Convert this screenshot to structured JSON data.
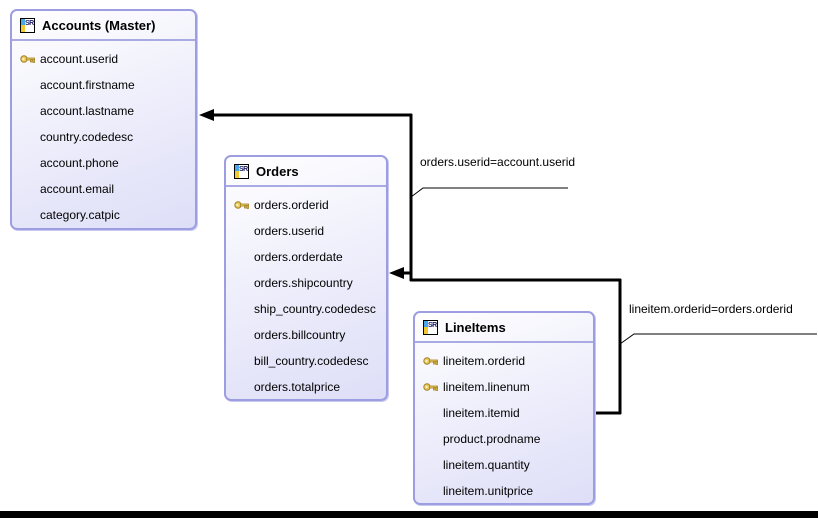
{
  "diagram": {
    "tables": [
      {
        "id": "accounts",
        "title": "Accounts (Master)",
        "fields": [
          {
            "name": "account.userid",
            "key": true
          },
          {
            "name": "account.firstname",
            "key": false
          },
          {
            "name": "account.lastname",
            "key": false
          },
          {
            "name": "country.codedesc",
            "key": false
          },
          {
            "name": "account.phone",
            "key": false
          },
          {
            "name": "account.email",
            "key": false
          },
          {
            "name": "category.catpic",
            "key": false
          }
        ]
      },
      {
        "id": "orders",
        "title": "Orders",
        "fields": [
          {
            "name": "orders.orderid",
            "key": true
          },
          {
            "name": "orders.userid",
            "key": false
          },
          {
            "name": "orders.orderdate",
            "key": false
          },
          {
            "name": "orders.shipcountry",
            "key": false
          },
          {
            "name": "ship_country.codedesc",
            "key": false
          },
          {
            "name": "orders.billcountry",
            "key": false
          },
          {
            "name": "bill_country.codedesc",
            "key": false
          },
          {
            "name": "orders.totalprice",
            "key": false
          }
        ]
      },
      {
        "id": "lineitems",
        "title": "LineItems",
        "fields": [
          {
            "name": "lineitem.orderid",
            "key": true
          },
          {
            "name": "lineitem.linenum",
            "key": true
          },
          {
            "name": "lineitem.itemid",
            "key": false
          },
          {
            "name": "product.prodname",
            "key": false
          },
          {
            "name": "lineitem.quantity",
            "key": false
          },
          {
            "name": "lineitem.unitprice",
            "key": false
          }
        ]
      }
    ],
    "joins": [
      {
        "label": "orders.userid=account.userid"
      },
      {
        "label": "lineitem.orderid=orders.orderid"
      }
    ],
    "icons": {
      "table_icon_text": "SR",
      "key_icon": "primary-key-icon",
      "table_icon": "sr-table-icon"
    },
    "colors": {
      "box_border": "#9d9de1",
      "box_fill_dark": "#dedef8",
      "header_separator": "#a9a9e4",
      "connector": "#000000",
      "key_gold": "#e9c95d"
    }
  }
}
